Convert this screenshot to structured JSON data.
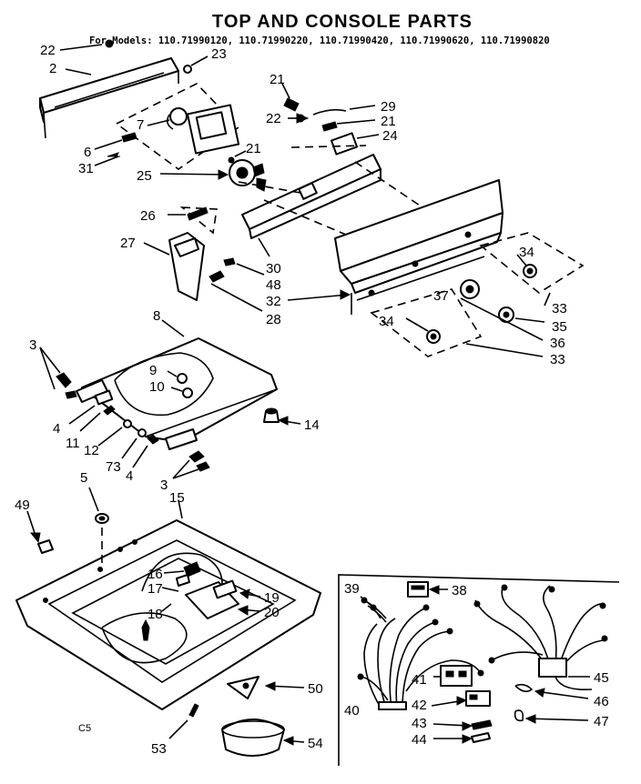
{
  "title": "TOP AND CONSOLE PARTS",
  "models_line": "For Models: 110.71990120, 110.71990220, 110.71990420, 110.71990620, 110.71990820",
  "code": "C5",
  "callouts": {
    "c22a": "22",
    "c2": "2",
    "c23": "23",
    "c21a": "21",
    "c29": "29",
    "c22b": "22",
    "c21b": "21",
    "c24": "24",
    "c7": "7",
    "c6": "6",
    "c31": "31",
    "c21c": "21",
    "c25": "25",
    "c26": "26",
    "c27": "27",
    "c30": "30",
    "c48": "48",
    "c32": "32",
    "c28": "28",
    "c34a": "34",
    "c37": "37",
    "c33a": "33",
    "c34b": "34",
    "c35": "35",
    "c36": "36",
    "c33b": "33",
    "c8": "8",
    "c3a": "3",
    "c9": "9",
    "c10": "10",
    "c4a": "4",
    "c11": "11",
    "c12": "12",
    "c73": "73",
    "c4b": "4",
    "c3b": "3",
    "c14": "14",
    "c5": "5",
    "c15": "15",
    "c49": "49",
    "c16": "16",
    "c17": "17",
    "c18": "18",
    "c19": "19",
    "c20": "20",
    "c39": "39",
    "c38": "38",
    "c41": "41",
    "c45": "45",
    "c40": "40",
    "c42": "42",
    "c46": "46",
    "c43": "43",
    "c47": "47",
    "c44": "44",
    "c50": "50",
    "c53": "53",
    "c54": "54"
  }
}
